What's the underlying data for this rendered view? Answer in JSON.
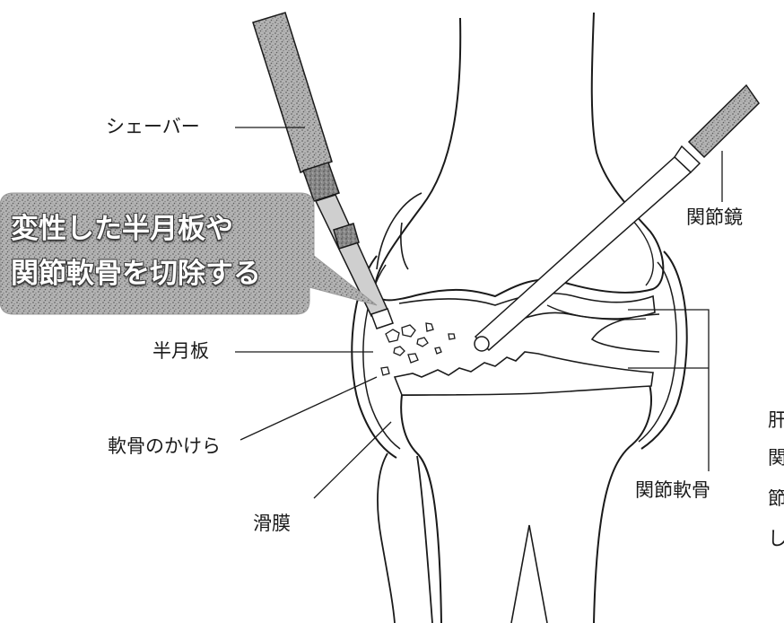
{
  "labels": {
    "shaver": "シェーバー",
    "arthroscope": "関節鏡",
    "meniscus": "半月板",
    "cartilage_fragments": "軟骨のかけら",
    "synovium": "滑膜",
    "articular_cartilage": "関節軟骨"
  },
  "callout": {
    "line1": "変性した半月板や",
    "line2": "関節軟骨を切除する"
  },
  "cropped_side_text": [
    "肝",
    "関",
    "節",
    "し"
  ],
  "colors": {
    "ink": "#1a1a1a",
    "callout_bg": "#8c8c8c",
    "callout_text": "#ffffff",
    "instrument_fill": "#9a9a9a"
  }
}
